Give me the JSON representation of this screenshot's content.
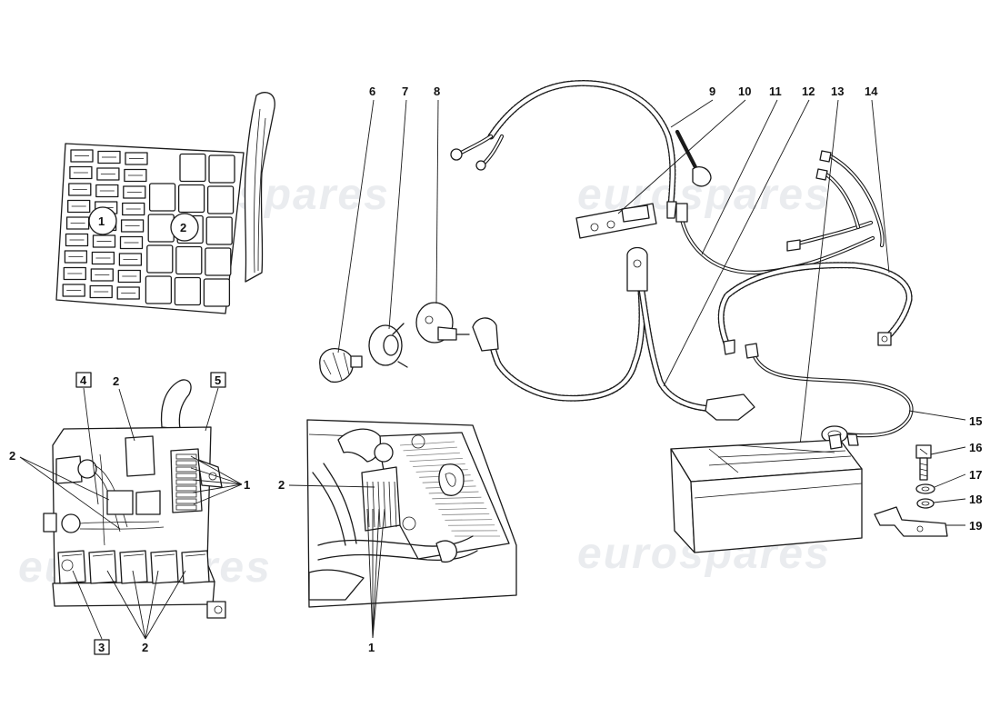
{
  "watermark": {
    "text": "eurospares"
  },
  "callouts": {
    "c1": "1",
    "c2": "2",
    "c3": "3",
    "c4": "4",
    "c5": "5",
    "c6": "6",
    "c7": "7",
    "c8": "8",
    "c9": "9",
    "c10": "10",
    "c11": "11",
    "c12": "12",
    "c13": "13",
    "c14": "14",
    "c15": "15",
    "c16": "16",
    "c17": "17",
    "c18": "18",
    "c19": "19"
  }
}
